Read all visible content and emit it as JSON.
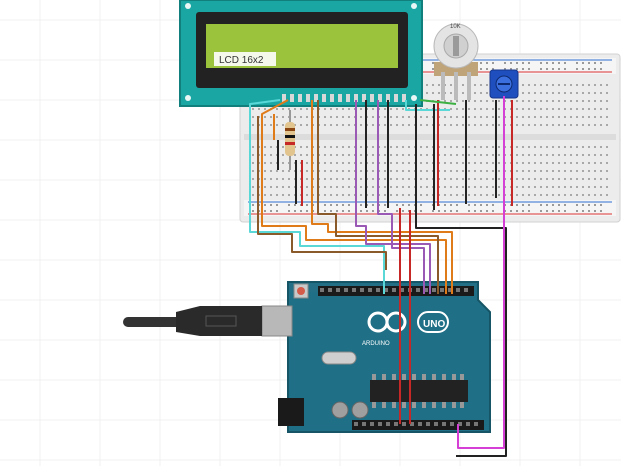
{
  "lcd": {
    "label": "LCD 16x2"
  },
  "potentiometer": {
    "value_label": "10K"
  },
  "arduino": {
    "brand": "ARDUINO",
    "model": "UNO"
  },
  "colors": {
    "lcd_board": "#1aa7a4",
    "lcd_screen": "#9bc43c",
    "breadboard": "#eeeeee",
    "arduino_board": "#1f6f86",
    "wire_red": "#c62828",
    "wire_black": "#222222",
    "wire_orange": "#e07b1a",
    "wire_brown": "#8a5a2b",
    "wire_purple": "#9b59b6",
    "wire_magenta": "#d63fd6",
    "wire_cyan": "#5ad8d8",
    "wire_green": "#3cb043",
    "usb_cable": "#333333"
  }
}
